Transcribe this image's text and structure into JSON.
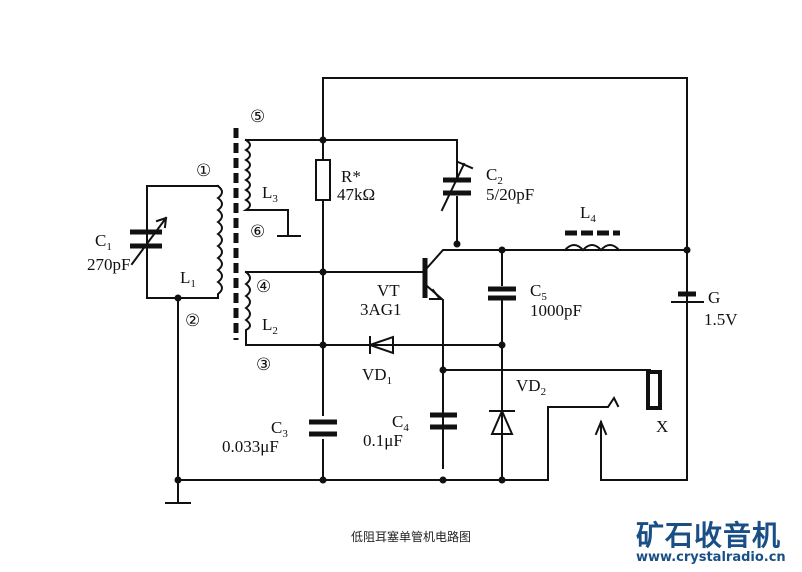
{
  "diagram": {
    "caption": "低阻耳塞单管机电路图",
    "watermark": {
      "title": "矿石收音机",
      "url": "www.crystalradio.cn",
      "color": "#1a4f86"
    },
    "components": {
      "C1": {
        "name": "C",
        "sub": "1",
        "value": "270pF"
      },
      "L1": {
        "name": "L",
        "sub": "1"
      },
      "L2": {
        "name": "L",
        "sub": "2"
      },
      "L3": {
        "name": "L",
        "sub": "3"
      },
      "L4": {
        "name": "L",
        "sub": "4"
      },
      "R": {
        "name": "R*",
        "value": "47kΩ"
      },
      "C2": {
        "name": "C",
        "sub": "2",
        "value": "5/20pF"
      },
      "VT": {
        "name": "VT",
        "value": "3AG1"
      },
      "C5": {
        "name": "C",
        "sub": "5",
        "value": "1000pF"
      },
      "G": {
        "name": "G",
        "value": "1.5V"
      },
      "VD1": {
        "name": "VD",
        "sub": "1"
      },
      "VD2": {
        "name": "VD",
        "sub": "2"
      },
      "C3": {
        "name": "C",
        "sub": "3",
        "value": "0.033μF"
      },
      "C4": {
        "name": "C",
        "sub": "4",
        "value": "0.1μF"
      },
      "X": {
        "name": "X"
      }
    },
    "terminals": [
      "①",
      "②",
      "③",
      "④",
      "⑤",
      "⑥"
    ]
  }
}
